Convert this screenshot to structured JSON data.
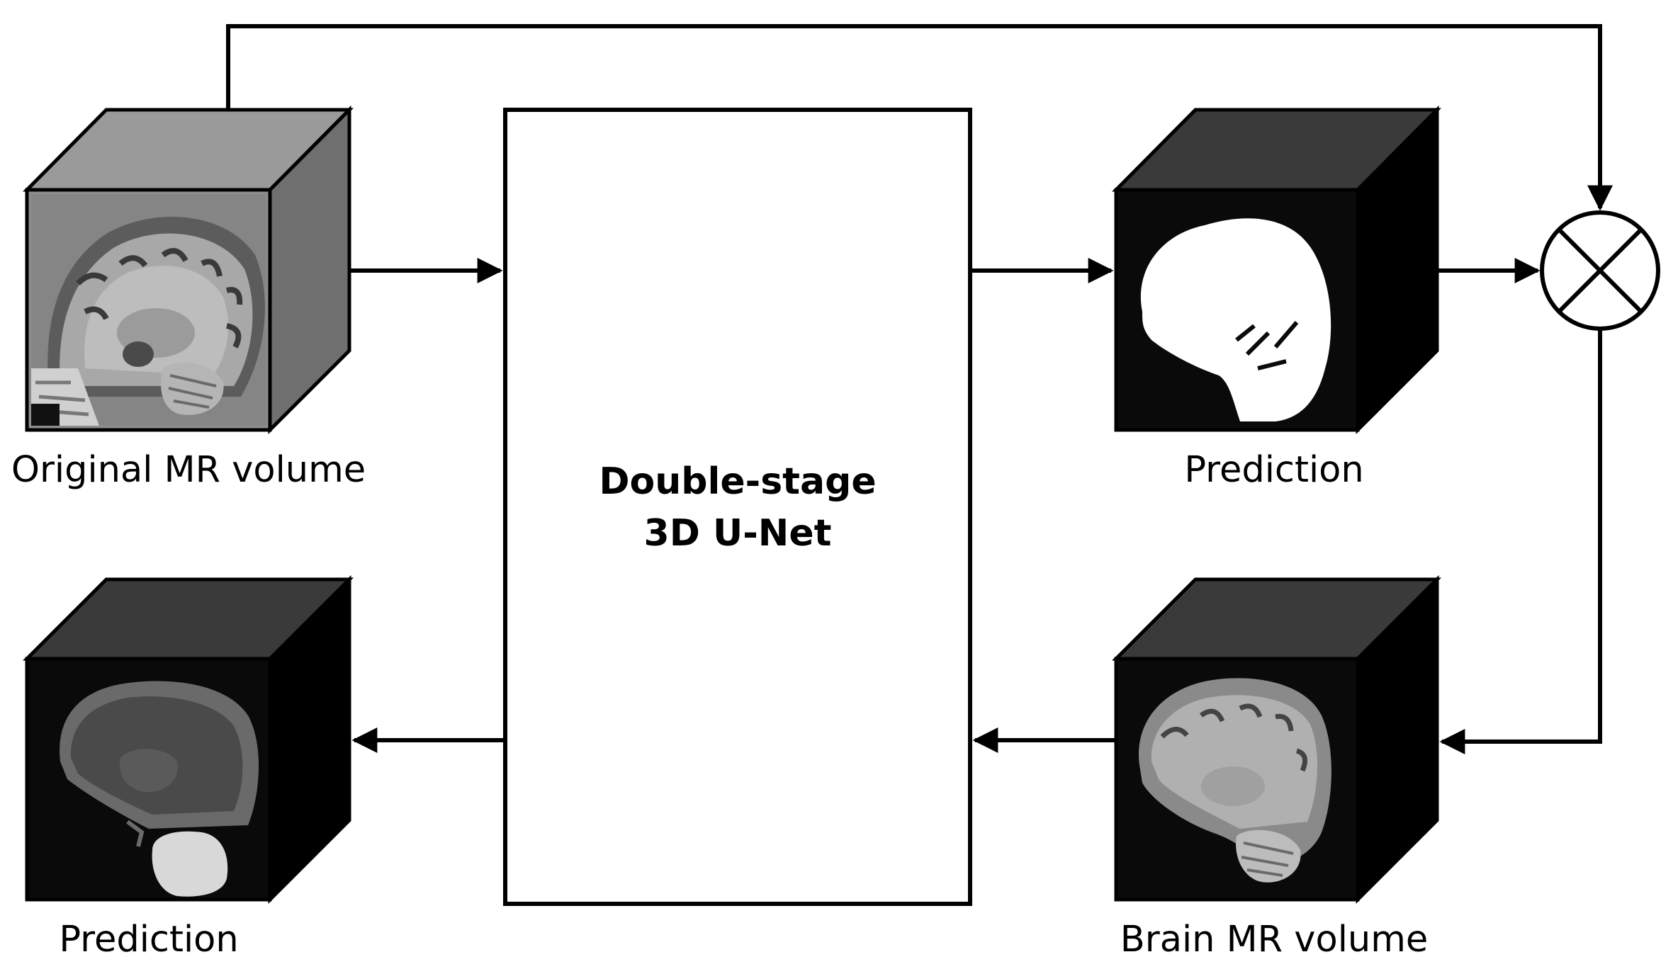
{
  "network": {
    "line1": "Double-stage",
    "line2": "3D U-Net"
  },
  "volumes": {
    "original": {
      "label": "Original MR volume"
    },
    "mask": {
      "label": "Prediction"
    },
    "brain": {
      "label": "Brain MR volume"
    },
    "segmentation": {
      "label": "Prediction"
    }
  },
  "operator": {
    "symbol": "multiply-icon"
  },
  "colors": {
    "stroke": "#000000",
    "cube_light_top": "#9a9a9a",
    "cube_light_side": "#6f6f6f",
    "cube_light_face": "#8d8d8d",
    "cube_dark_top": "#3a3a3a",
    "cube_dark_side": "#000000",
    "cube_dark_face": "#0a0a0a"
  }
}
